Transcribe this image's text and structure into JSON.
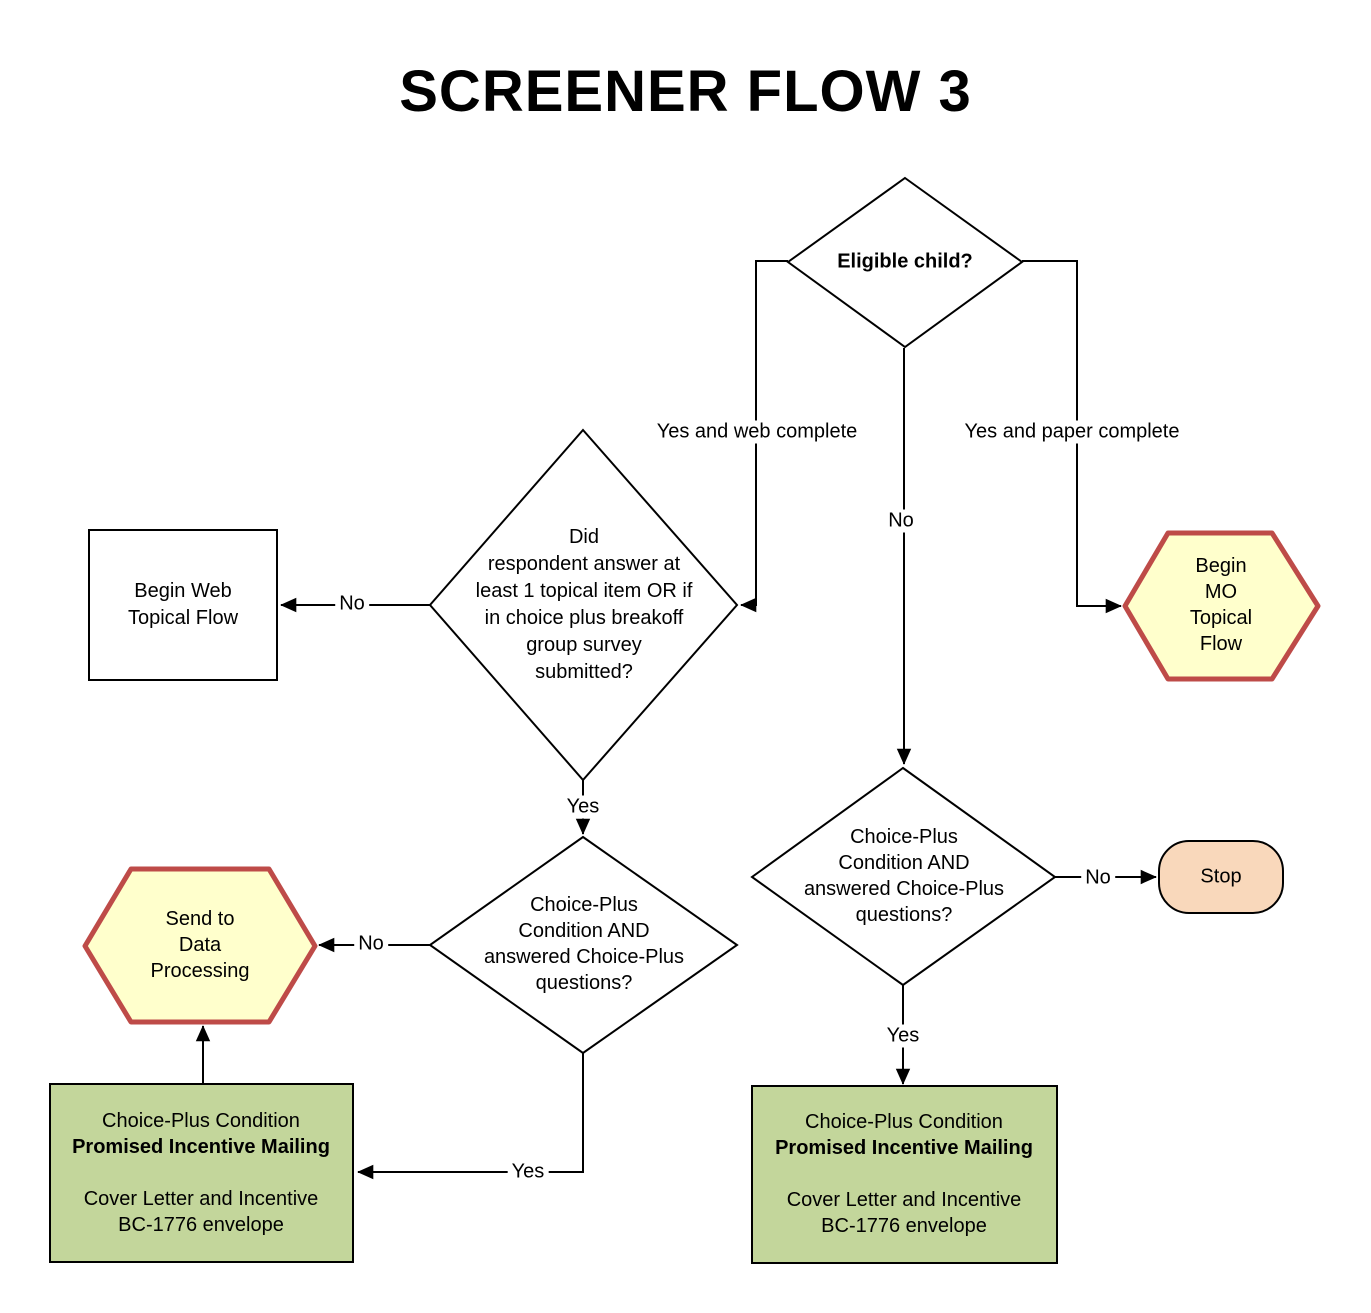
{
  "title": "SCREENER FLOW 3",
  "colors": {
    "line": "#000000",
    "node_fill": "#FFFFFF",
    "hexagon_fill": "#FFFFCC",
    "hexagon_border": "#BE4B48",
    "mailing_fill": "#C3D69B",
    "stop_fill": "#F9D8BB"
  },
  "nodes": {
    "eligible_child": {
      "label": "Eligible child?"
    },
    "topical_answer": {
      "label": "Did\nrespondent answer at\nleast 1 topical item OR if\nin choice plus breakoff\ngroup survey\nsubmitted?"
    },
    "begin_web": {
      "label": "Begin Web\nTopical Flow"
    },
    "begin_mo": {
      "label": "Begin\nMO\nTopical\nFlow"
    },
    "choice_plus_left": {
      "label": "Choice-Plus\nCondition AND\nanswered Choice-Plus\nquestions?"
    },
    "choice_plus_right": {
      "label": "Choice-Plus\nCondition AND\nanswered Choice-Plus\nquestions?"
    },
    "send_data_processing": {
      "label": "Send to\nData\nProcessing"
    },
    "stop": {
      "label": "Stop"
    },
    "mailing_left": {
      "lines": [
        "Choice-Plus Condition",
        "Promised Incentive Mailing",
        "",
        "Cover Letter and Incentive",
        "BC-1776 envelope"
      ]
    },
    "mailing_right": {
      "lines": [
        "Choice-Plus Condition",
        "Promised Incentive Mailing",
        "",
        "Cover Letter and Incentive",
        "BC-1776 envelope"
      ]
    }
  },
  "edge_labels": {
    "yes_web_complete": "Yes and web complete",
    "yes_paper_complete": "Yes and paper complete",
    "no_eligible": "No",
    "no_to_begin_web": "No",
    "yes_topical": "Yes",
    "no_to_send_dp": "No",
    "yes_to_mailing_left": "Yes",
    "no_to_stop": "No",
    "yes_to_mailing_right": "Yes"
  }
}
